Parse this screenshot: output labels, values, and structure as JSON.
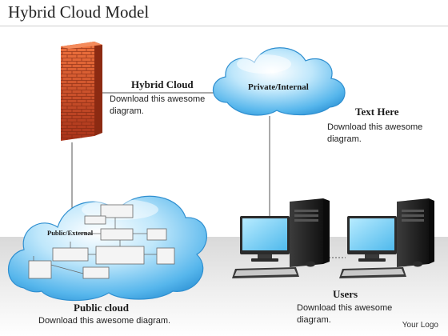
{
  "title": "Hybrid Cloud Model",
  "hybrid": {
    "heading": "Hybrid Cloud",
    "body": "Download this awesome diagram."
  },
  "private_cloud": {
    "label": "Private/Internal"
  },
  "text_here": {
    "heading": "Text Here",
    "body": "Download this awesome diagram."
  },
  "public_cloud": {
    "label": "Public/External",
    "heading": "Public cloud",
    "body": "Download this awesome diagram."
  },
  "users": {
    "heading": "Users",
    "body": "Download this awesome diagram."
  },
  "footer": {
    "logo": "Your Logo"
  },
  "colors": {
    "cloud_light": "#e6f6fe",
    "cloud_mid": "#7fcbf3",
    "cloud_dark": "#2a8fd3",
    "firewall_brick": "#d9532a",
    "firewall_dark": "#8c2a12",
    "monitor_screen": "#7ed2f8",
    "tower": "#2a2a2a"
  },
  "icons": [
    "firewall-icon",
    "cloud-icon",
    "computer-icon",
    "flowchart-icon"
  ]
}
